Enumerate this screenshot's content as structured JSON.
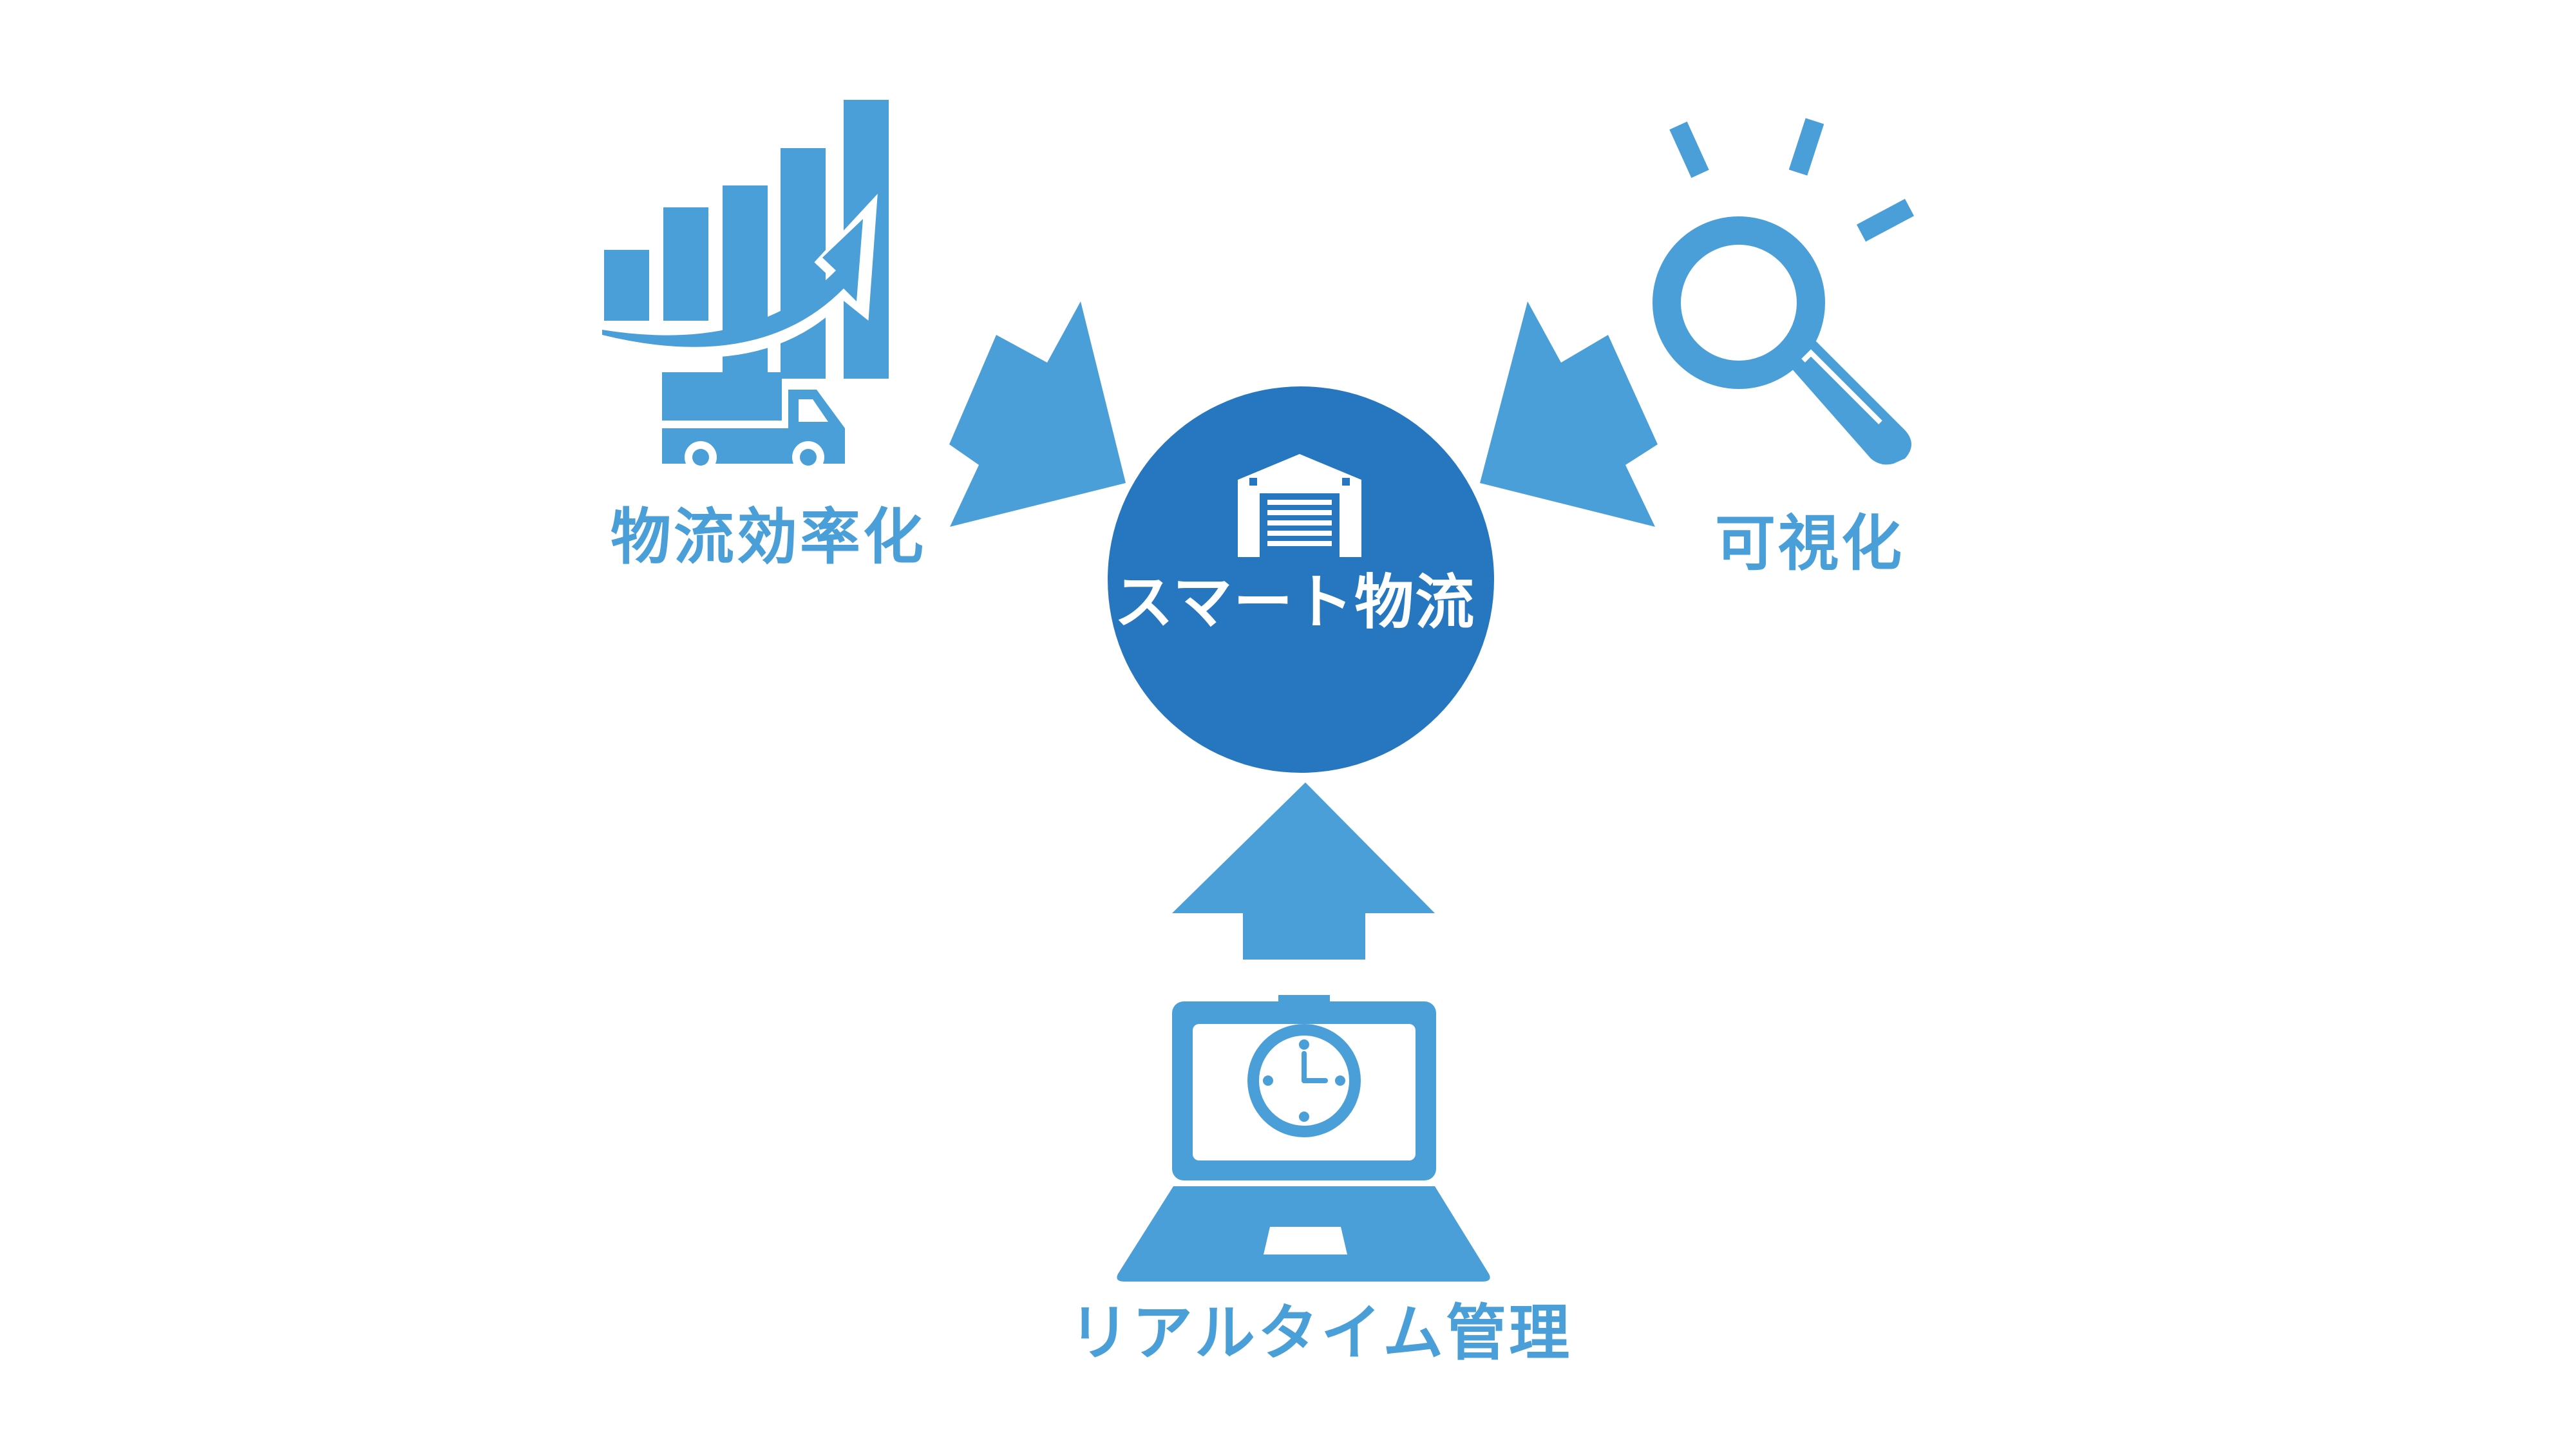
{
  "center": {
    "label": "スマート物流",
    "icon": "warehouse-icon"
  },
  "nodes": [
    {
      "id": "efficiency",
      "label": "物流効率化",
      "icon": "truck-growth-chart-icon"
    },
    {
      "id": "visibility",
      "label": "可視化",
      "icon": "magnifier-icon"
    },
    {
      "id": "realtime",
      "label": "リアルタイム管理",
      "icon": "laptop-clock-icon"
    }
  ],
  "colors": {
    "accent": "#4a9fd8",
    "center_fill": "#2677bf",
    "background": "#ffffff"
  }
}
